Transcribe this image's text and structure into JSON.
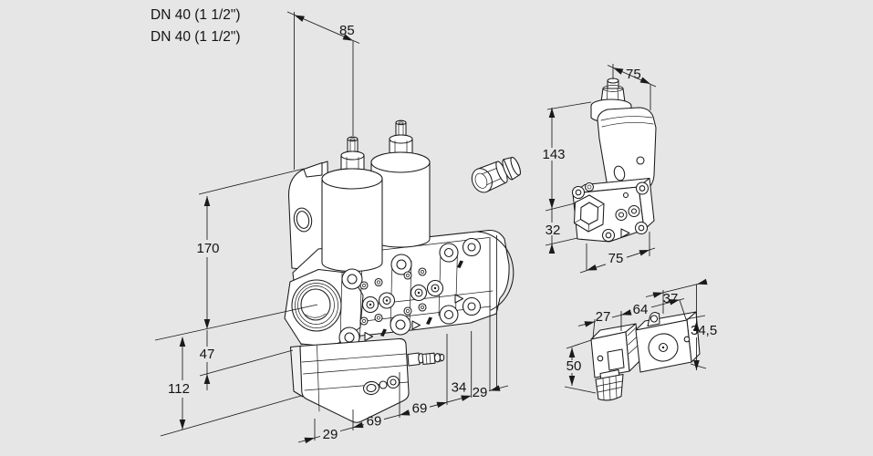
{
  "colors": {
    "background": "#e6e6e6",
    "line_art": "#1a1a1a",
    "text": "#141414"
  },
  "annotations": {
    "port_label_1": "DN 40 (1 1/2\")",
    "port_label_2": "DN 40 (1 1/2\")"
  },
  "main_view": {
    "dim_top_width": "85",
    "dim_height_total": "170",
    "dim_axis_to_flange": "47",
    "dim_flange_to_bottom": "112",
    "dim_chain": [
      "29",
      "69",
      "69",
      "34",
      "29"
    ]
  },
  "side_view": {
    "dim_top_width": "75",
    "dim_height_total": "143",
    "dim_height_lower": "32",
    "dim_bottom_width": "75"
  },
  "detail_view": {
    "dim_width_left": "27",
    "dim_width_middle": "64",
    "dim_width_right": "37",
    "dim_height_right": "34,5",
    "dim_height_left": "50"
  }
}
